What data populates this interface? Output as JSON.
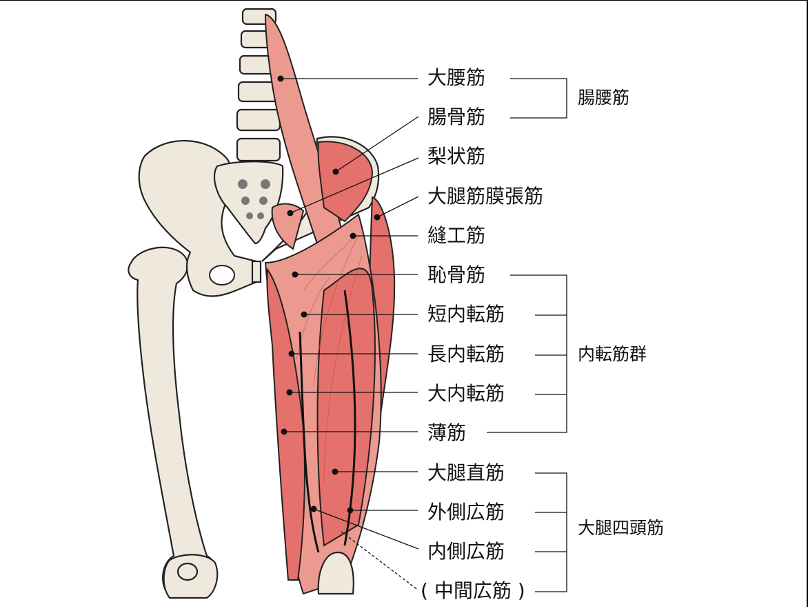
{
  "labels": {
    "psoas_major": "大腰筋",
    "iliacus": "腸骨筋",
    "piriformis": "梨状筋",
    "tensor_fasciae_latae": "大腿筋膜張筋",
    "sartorius": "縫工筋",
    "pectineus": "恥骨筋",
    "adductor_brevis": "短内転筋",
    "adductor_longus": "長内転筋",
    "adductor_magnus": "大内転筋",
    "gracilis": "薄筋",
    "rectus_femoris": "大腿直筋",
    "vastus_lateralis": "外側広筋",
    "vastus_medialis": "内側広筋",
    "vastus_intermedius": "( 中間広筋 )"
  },
  "groups": {
    "iliopsoas": "腸腰筋",
    "adductors": "内転筋群",
    "quadriceps": "大腿四頭筋"
  },
  "colors": {
    "muscle": "#e4716c",
    "bone": "#efe8dc"
  }
}
